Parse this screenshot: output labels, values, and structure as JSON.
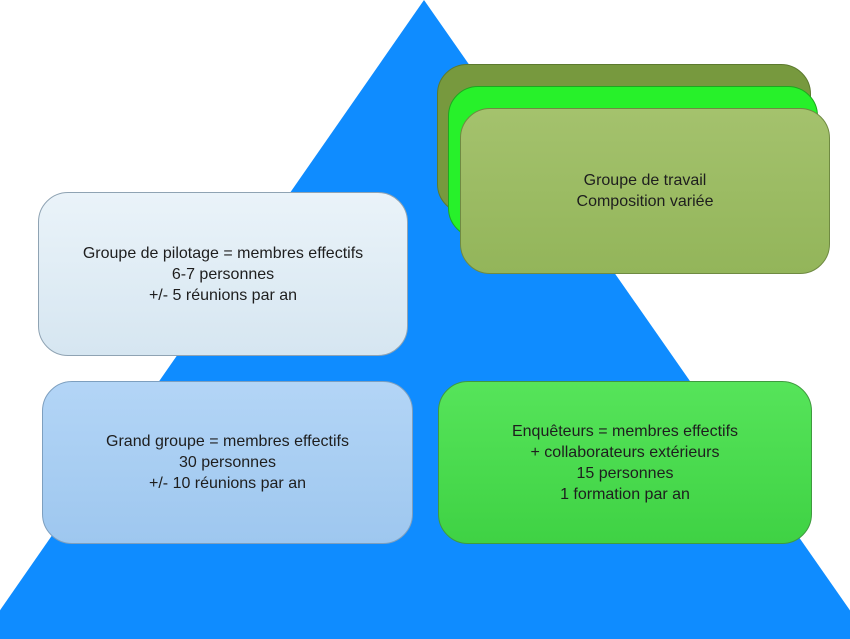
{
  "pilotage": {
    "lines": [
      "Groupe de pilotage = membres effectifs",
      "6-7 personnes",
      "+/- 5 réunions par an"
    ]
  },
  "grand_groupe": {
    "lines": [
      "Grand groupe = membres effectifs",
      "30 personnes",
      "+/- 10 réunions par an"
    ]
  },
  "enqueteurs": {
    "lines": [
      "Enquêteurs = membres effectifs",
      "+ collaborateurs extérieurs",
      "15 personnes",
      "1 formation par an"
    ]
  },
  "groupe_travail": {
    "lines": [
      "Groupe de travail",
      "Composition variée"
    ]
  },
  "colors": {
    "pyramid": "#0f8cff",
    "pilotage": "#dfedf7",
    "grand_groupe": "#a9cff3",
    "enqueteurs": "#4ddc51",
    "groupe_travail": "#9bbd63",
    "stack_back": "#77993e",
    "stack_mid": "#27f12a"
  }
}
